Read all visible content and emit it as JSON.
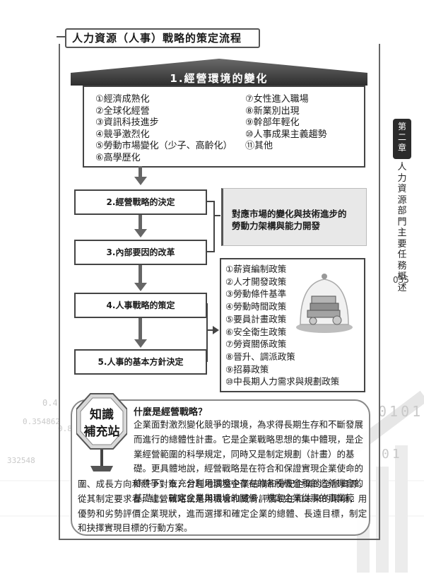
{
  "header": {
    "title": "人力資源（人事）戰略的策定流程"
  },
  "environment": {
    "title": "1.經營環境的變化",
    "left_items": [
      "①經濟成熟化",
      "②全球化經營",
      "③資訊科技進步",
      "④競爭激烈化",
      "⑤勞動市場變化（少子、高齡化）",
      "⑥高學歷化"
    ],
    "right_items": [
      "⑦女性進入職場",
      "⑧新業別出現",
      "⑨幹部年輕化",
      "⑩人事成果主義趨勢",
      "⑪其他"
    ]
  },
  "steps": [
    "2.經營戰略的決定",
    "3.內部要因的改革",
    "4.人事戰略的策定",
    "5.人事的基本方針決定"
  ],
  "side_note": [
    "對應市場的變化與技術進步的",
    "勞動力架構與能力開發"
  ],
  "policies": [
    "①薪資編制政策",
    "②人才開發政策",
    "③勞動條件基準",
    "④勞動時間政策",
    "⑤要員計畫政策",
    "⑥安全衛生政策",
    "⑦勞資關係政策",
    "⑧晉升、調派政策",
    "⑨招募政策",
    "⑩中長期人力需求與規劃政策"
  ],
  "knowledge": {
    "badge_line1": "知識",
    "badge_line2": "補充站",
    "question": "什麼是經營戰略？",
    "indented_lines": [
      "企業面對激烈變化競爭的環境，為求得長期生存和不斷發展",
      "而進行的總體性計畫。它是企業戰略思想的集中體現，是企",
      "業經營範圍的科學規定，同時又是制定規劃（計畫）的基",
      "礎。更具體地說，經營戰略是在符合和保證實現企業使命的",
      "條件下，在充分利用環境中存在的各種機會和創造新機會的",
      "基礎上，確定企業與環境的關係，規定企業從事的事業範"
    ],
    "full_lines": [
      "圍、成長方向和競爭對策，合理地調整企業結構和分配企業的全部資源。",
      "從其制定要求看，經營戰略就是用機會和威脅評價現在和未來的環境，用",
      "優勢和劣勢評價企業現狀，進而選擇和確定企業的總體、長遠目標，制定",
      "和抉擇實現目標的行動方案。"
    ]
  },
  "chapter": {
    "tab": [
      "第",
      "二",
      "章"
    ],
    "title": "人力資源部門主要任務概述"
  },
  "page_number": "035",
  "background_digits": [
    "0.4",
    "0.354862",
    "0.8",
    "332548",
    "0101",
    "01"
  ]
}
